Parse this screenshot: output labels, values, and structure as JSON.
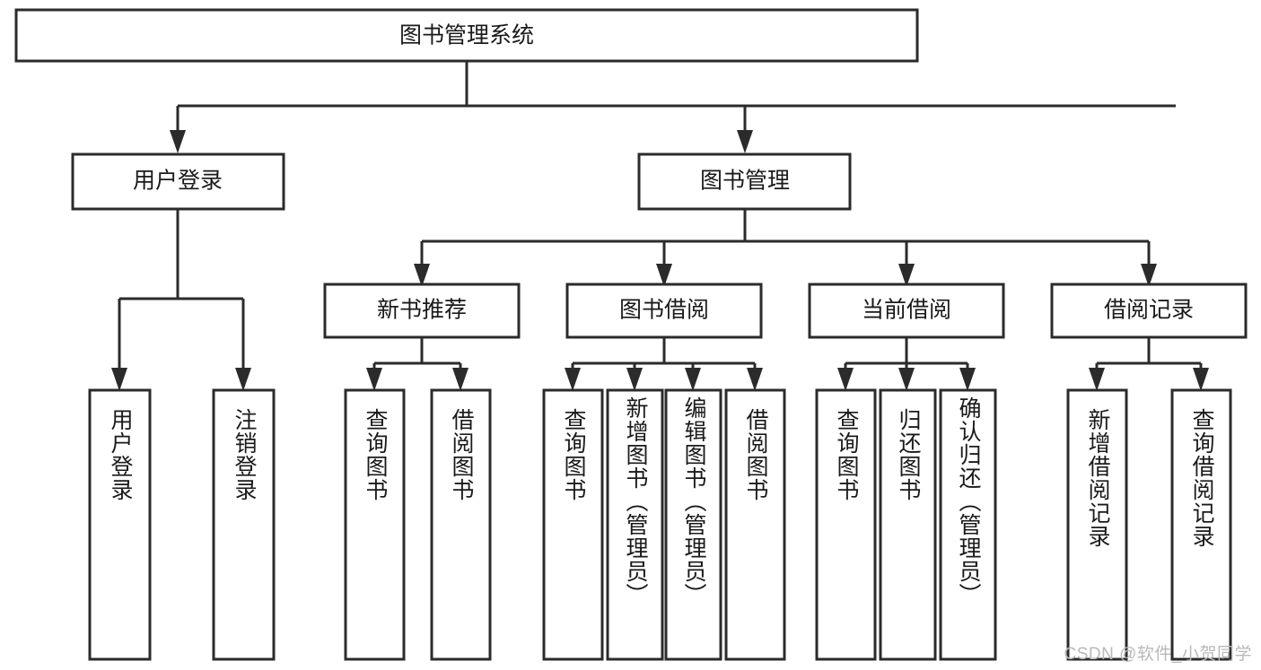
{
  "diagram": {
    "title": "图书管理系统",
    "type": "tree-hierarchy-chart",
    "watermark": "CSDN @软件_小贺同学",
    "colors": {
      "stroke": "#2b2b2b",
      "box_fill": "#ffffff",
      "text": "#1a1a1a",
      "background": "#ffffff",
      "watermark": "#b9b9b9"
    },
    "root": {
      "label": "图书管理系统"
    },
    "level2": [
      {
        "label": "用户登录"
      },
      {
        "label": "图书管理"
      }
    ],
    "level3": [
      {
        "label": "新书推荐"
      },
      {
        "label": "图书借阅"
      },
      {
        "label": "当前借阅"
      },
      {
        "label": "借阅记录"
      }
    ],
    "leaves": {
      "user_login": [
        {
          "label": "用户登录"
        },
        {
          "label": "注销登录"
        }
      ],
      "new_book_recommend": [
        {
          "label": "查询图书"
        },
        {
          "label": "借阅图书"
        }
      ],
      "book_borrow": [
        {
          "label": "查询图书"
        },
        {
          "label": "新增图书（管理员）"
        },
        {
          "label": "编辑图书（管理员）"
        },
        {
          "label": "借阅图书"
        }
      ],
      "current_borrow": [
        {
          "label": "查询图书"
        },
        {
          "label": "归还图书"
        },
        {
          "label": "确认归还（管理员）"
        }
      ],
      "borrow_record": [
        {
          "label": "新增借阅记录"
        },
        {
          "label": "查询借阅记录"
        }
      ]
    }
  }
}
